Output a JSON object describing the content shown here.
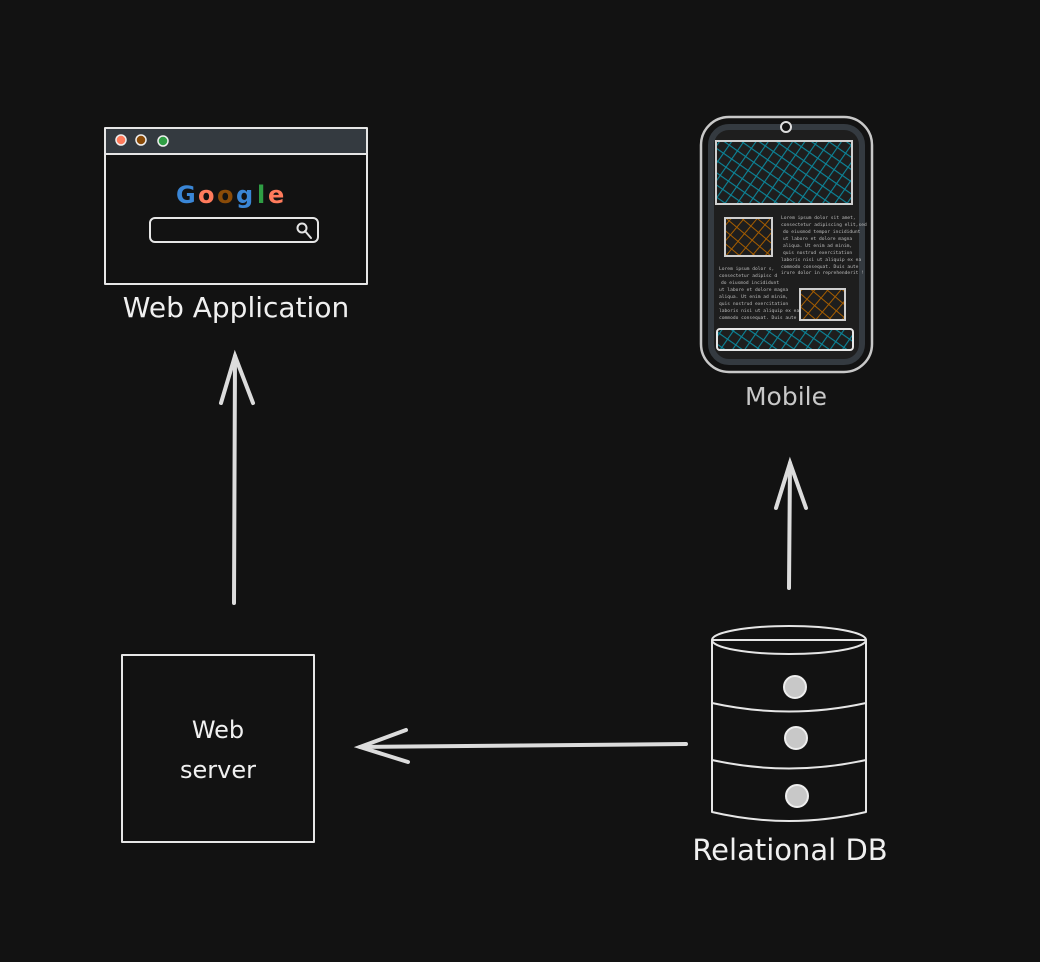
{
  "nodes": {
    "web_application": {
      "label": "Web Application",
      "browser_logo": "Google",
      "search_icon": "magnifier-icon"
    },
    "mobile": {
      "label": "Mobile",
      "text_block_right": [
        "Lorem ipsum dolor sit amet,",
        "consectetur adipiscing elit,sed",
        "do eiusmod tempor incididunt",
        "ut labore et dolore magna",
        "aliqua. Ut enim ad minim,",
        "quis nostrud exercitation",
        "laboris nisi ut aliquip ex ea",
        "commodo consequat. Duis aute",
        "irure dolor in reprehenderit !"
      ],
      "text_block_left": [
        "Lorem ipsum dolor s,",
        "consectetur adipisc d",
        "do eiusmod incididunt",
        "ut labore et dolore magna",
        "aliqua. Ut enim ad minim,",
        "quis nostrud exercitation",
        "laboris nisi ut aliquip ex ea",
        "commodo consequat. Duis aute"
      ]
    },
    "web_server": {
      "label_line1": "Web",
      "label_line2": "server"
    },
    "relational_db": {
      "label": "Relational DB"
    }
  },
  "edges": [
    {
      "from": "Web server",
      "to": "Web Application"
    },
    {
      "from": "Relational DB",
      "to": "Mobile"
    },
    {
      "from": "Relational DB",
      "to": "Web server"
    }
  ],
  "colors": {
    "background": "#121212",
    "stroke": "#e6e6e6",
    "panel": "#343a40",
    "teal": "#0c8599",
    "orange": "#a55d00",
    "google_blue": "#3a86d6",
    "google_red": "#ff7b5c",
    "google_brown": "#8a4b08",
    "google_green": "#2f9e44"
  }
}
